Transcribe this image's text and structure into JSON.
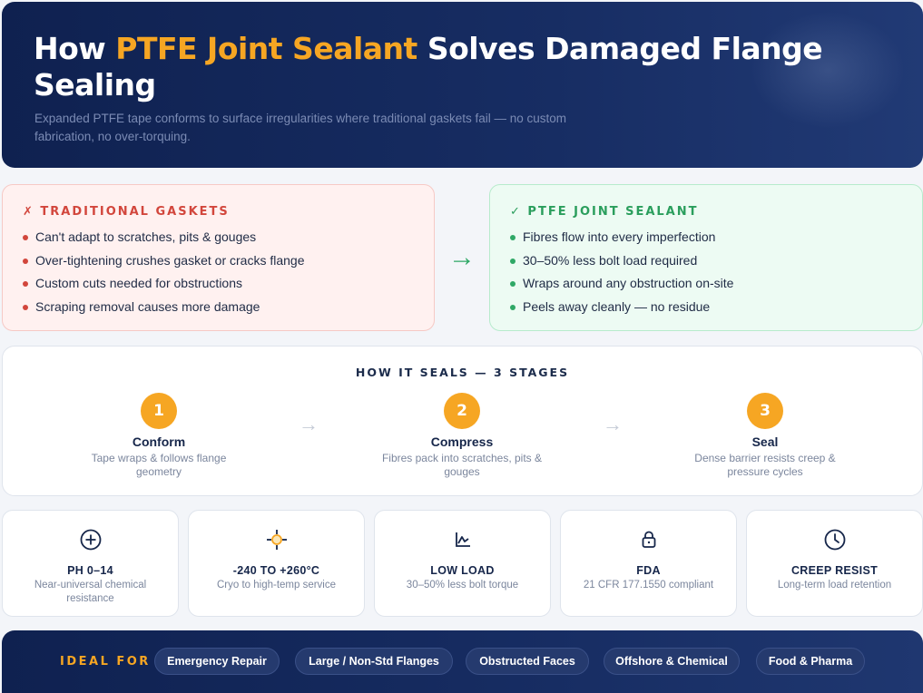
{
  "hero": {
    "title_pre": "How ",
    "title_accent": "PTFE Joint Sealant",
    "title_post": " Solves Damaged Flange Sealing",
    "subtitle": "Expanded PTFE tape conforms to surface irregularities where traditional gaskets fail — no custom fabrication, no over-torquing."
  },
  "traditional": {
    "heading": "✗ TRADITIONAL GASKETS",
    "items": [
      "Can't adapt to scratches, pits & gouges",
      "Over-tightening crushes gasket or cracks flange",
      "Custom cuts needed for obstructions",
      "Scraping removal causes more damage"
    ]
  },
  "ptfe": {
    "heading": "✓ PTFE JOINT SEALANT",
    "items": [
      "Fibres flow into every imperfection",
      "30–50% less bolt load required",
      "Wraps around any obstruction on-site",
      "Peels away cleanly — no residue"
    ]
  },
  "compare_arrow": "→",
  "stages": {
    "heading": "HOW IT SEALS — 3 STAGES",
    "arrow": "→",
    "items": [
      {
        "num": "1",
        "title": "Conform",
        "desc": "Tape wraps & follows flange geometry"
      },
      {
        "num": "2",
        "title": "Compress",
        "desc": "Fibres pack into scratches, pits & gouges"
      },
      {
        "num": "3",
        "title": "Seal",
        "desc": "Dense barrier resists creep & pressure cycles"
      }
    ]
  },
  "features": [
    {
      "icon": "plus-circle-icon",
      "title": "PH 0–14",
      "desc": "Near-universal chemical resistance"
    },
    {
      "icon": "temperature-icon",
      "title": "-240 TO +260°C",
      "desc": "Cryo to high-temp service"
    },
    {
      "icon": "load-chart-icon",
      "title": "LOW LOAD",
      "desc": "30–50% less bolt torque"
    },
    {
      "icon": "lock-icon",
      "title": "FDA",
      "desc": "21 CFR 177.1550 compliant"
    },
    {
      "icon": "clock-icon",
      "title": "CREEP RESIST",
      "desc": "Long-term load retention"
    }
  ],
  "footer": {
    "label": "IDEAL FOR",
    "tags": [
      "Emergency Repair",
      "Large / Non-Std Flanges",
      "Obstructed Faces",
      "Offshore & Chemical",
      "Food & Pharma"
    ]
  },
  "colors": {
    "navy": "#0f2150",
    "accent": "#f6a623",
    "bad": "#d2463c",
    "good": "#2fa866"
  }
}
